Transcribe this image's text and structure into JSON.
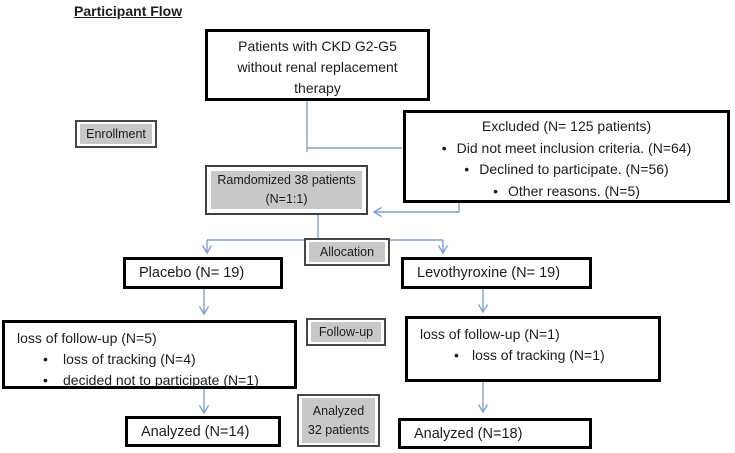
{
  "title": "Participant Flow",
  "colors": {
    "arrow": "#7EA2CF",
    "label-fill": "#c8c8c8",
    "box-border": "#000000"
  },
  "boxes": {
    "population": {
      "line1": "Patients with CKD G2-G5",
      "line2": "without renal replacement",
      "line3": "therapy"
    },
    "excluded": {
      "heading": "Excluded (N= 125 patients)",
      "bullets": [
        "Did not meet inclusion criteria. (N=64)",
        "Declined to participate. (N=56)",
        "Other reasons. (N=5)"
      ]
    },
    "randomized": {
      "line1": "Ramdomized 38 patients",
      "line2": "(N=1:1)"
    },
    "placebo": {
      "label": "Placebo (N= 19)"
    },
    "levothyroxine": {
      "label": "Levothyroxine (N= 19)"
    },
    "followup_left": {
      "heading": "loss of follow-up (N=5)",
      "bullets": [
        "loss of tracking (N=4)",
        "decided not to participate (N=1)"
      ]
    },
    "followup_right": {
      "heading": "loss of follow-up (N=1)",
      "bullets": [
        "loss of tracking (N=1)"
      ]
    },
    "analyzed_left": {
      "label": "Analyzed (N=14)"
    },
    "analyzed_right": {
      "label": "Analyzed (N=18)"
    }
  },
  "stage_labels": {
    "enrollment": "Enrollment",
    "allocation": "Allocation",
    "followup": "Follow-up",
    "analyzed_line1": "Analyzed",
    "analyzed_line2": "32 patients"
  }
}
